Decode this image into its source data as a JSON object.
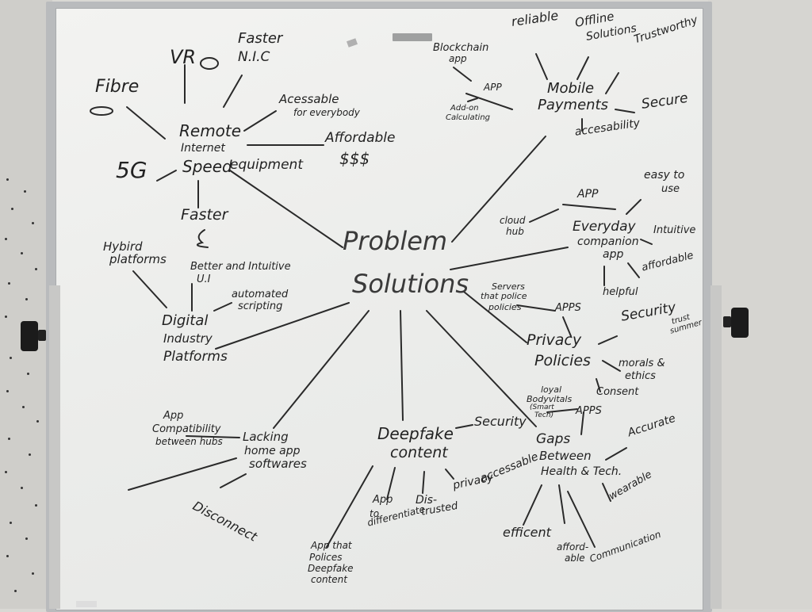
{
  "whiteboard": {
    "center": {
      "line1": "Problem",
      "line2": "Solutions"
    },
    "nodes": {
      "remote_internet_speed": {
        "line1": "Remote",
        "line2": "Internet",
        "line3": "Speed"
      },
      "fibre": "Fibre",
      "vr": "VR",
      "faster_nic": {
        "line1": "Faster",
        "line2": "N.I.C"
      },
      "accessible_everybody": {
        "line1": "Acessable",
        "line2": "for everybody"
      },
      "affordable": {
        "line1": "Affordable",
        "line2": "$$$"
      },
      "equipment": "equipment",
      "fiveg": "5G",
      "faster": "Faster",
      "hybrid_platforms": {
        "line1": "Hybird",
        "line2": "platforms"
      },
      "better_ui": {
        "line1": "Better and Intuitive",
        "line2": "U.I"
      },
      "automated_scripting": {
        "line1": "automated",
        "line2": "scripting"
      },
      "digital_industry": {
        "line1": "Digital",
        "line2": "Industry",
        "line3": "Platforms"
      },
      "app_compat": {
        "line1": "App",
        "line2": "Compatibility",
        "line3": "between hubs"
      },
      "lacking_home_app": {
        "line1": "Lacking",
        "line2": "home app",
        "line3": "softwares"
      },
      "disconnect": "Disconnect",
      "deepfake": {
        "line1": "Deepfake",
        "line2": "content"
      },
      "security_deepfake": "Security",
      "app_differentiate": {
        "line1": "App",
        "line2": "to",
        "line3": "differentiate"
      },
      "dis_trusted": {
        "line1": "Dis-",
        "line2": "trusted"
      },
      "privacy_small": "privacy",
      "app_police": {
        "line1": "App that",
        "line2": "Polices",
        "line3": "Deepfake",
        "line4": "content"
      },
      "gaps": {
        "line1": "Gaps",
        "line2": "Between",
        "line3": "Health & Tech."
      },
      "accessable_gaps": "accessable",
      "accurate": "Accurate",
      "wearable": "wearable",
      "efficient": "efficent",
      "affordable_gaps": {
        "line1": "afford-",
        "line2": "able"
      },
      "communication": "Communication",
      "apps_gaps": "APPS",
      "loyal_bodyvitals": {
        "line1": "loyal",
        "line2": "Bodyvitals",
        "line3": "(Smart",
        "line4": "Tech)"
      },
      "privacy_policies": {
        "line1": "Privacy",
        "line2": "Policies"
      },
      "security_privacy": "Security",
      "trust_summer": {
        "line1": "trust",
        "line2": "summer"
      },
      "morals_ethics": {
        "line1": "morals &",
        "line2": "ethics"
      },
      "consent": "Consent",
      "apps_privacy": "APPS",
      "servers_policies": {
        "line1": "Servers",
        "line2": "that police",
        "line3": "policies"
      },
      "everyday_companion": {
        "line1": "Everyday",
        "line2": "companion",
        "line3": "app"
      },
      "app_companion": "APP",
      "easy_to_use": {
        "line1": "easy to",
        "line2": "use"
      },
      "intuitive": "Intuitive",
      "affordable_companion": "affordable",
      "helpful": "helpful",
      "cloud_hub": {
        "line1": "cloud",
        "line2": "hub"
      },
      "mobile_payments": {
        "line1": "Mobile",
        "line2": "Payments"
      },
      "reliable": "reliable",
      "offline_solutions": {
        "line1": "Offline",
        "line2": "Solutions"
      },
      "trustworthy": "Trustworthy",
      "secure": "Secure",
      "accesability": "accesability",
      "app_mobile": "APP",
      "blockchain_app": {
        "line1": "Blockchain",
        "line2": "app"
      },
      "addon_calculating": {
        "line1": "Add-on",
        "line2": "Calculating"
      }
    }
  }
}
